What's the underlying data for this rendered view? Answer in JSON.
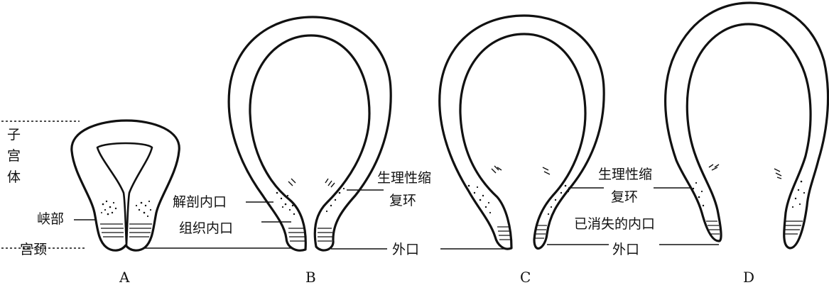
{
  "stages": [
    {
      "id": "A",
      "letter": "A"
    },
    {
      "id": "B",
      "letter": "B"
    },
    {
      "id": "C",
      "letter": "C"
    },
    {
      "id": "D",
      "letter": "D"
    }
  ],
  "labels": {
    "uterine_body_chars": [
      "子",
      "宫",
      "体"
    ],
    "isthmus": "峡部",
    "cervix": "宫颈",
    "anatomical_internal_os": "解剖内口",
    "histological_internal_os": "组织内口",
    "external_os_b": "外口",
    "physiological_ring_b_line1": "生理性缩",
    "physiological_ring_b_line2": "复环",
    "physiological_ring_d_line1": "生理性缩",
    "physiological_ring_d_line2": "复环",
    "vanished_internal_os": "已消失的内口",
    "external_os_d": "外口"
  }
}
